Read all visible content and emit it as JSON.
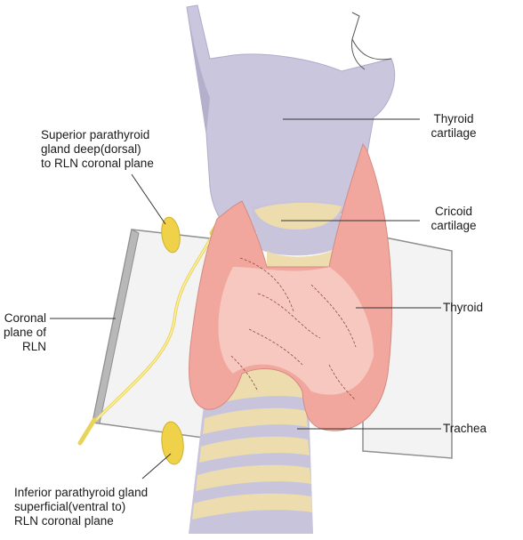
{
  "labels": {
    "thyroid_cartilage": [
      "Thyroid",
      "cartilage"
    ],
    "cricoid_cartilage": [
      "Cricoid",
      "cartilage"
    ],
    "thyroid": [
      "Thyroid"
    ],
    "trachea": [
      "Trachea"
    ],
    "superior_parathyroid": [
      "Superior parathyroid",
      "gland deep(dorsal)",
      "to RLN coronal plane"
    ],
    "coronal_plane": [
      "Coronal",
      "plane of",
      "RLN"
    ],
    "inferior_parathyroid": [
      "Inferior parathyroid gland",
      "superficial(ventral to)",
      "RLN coronal plane"
    ]
  },
  "colors": {
    "cartilage": "#c9c6dc",
    "cartilage_shadow": "#aeaac8",
    "cricoid": "#ead9a6",
    "thyroid": "#f1a49c",
    "thyroid_light": "#f8cfc6",
    "parathyroid": "#f0d24a",
    "nerve": "#f3e27a",
    "plane": "#f4f4f4",
    "plane_edge": "#9a9a9a"
  }
}
